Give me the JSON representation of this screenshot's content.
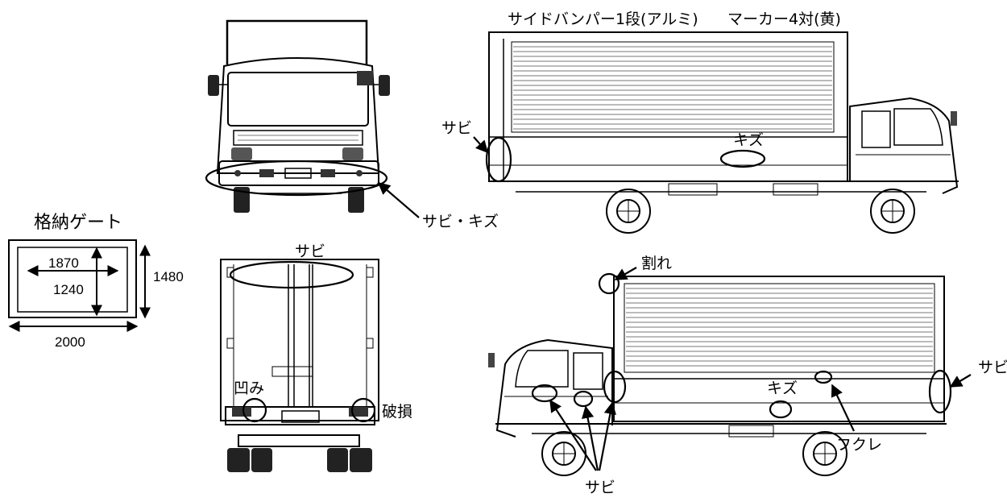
{
  "header": {
    "side_bumper": "サイドバンパー1段(アルミ)",
    "markers": "マーカー4対(黄)"
  },
  "gate": {
    "title": "格納ゲート",
    "dim_inner_width": "1870",
    "dim_height_inner": "1240",
    "dim_outer_height": "1480",
    "dim_outer_width": "2000"
  },
  "labels": {
    "front_rust_scratch": "サビ・キズ",
    "rear_rust": "サビ",
    "rear_dent": "凹み",
    "rear_damage": "破損",
    "left_rust": "サビ",
    "left_scratch": "キズ",
    "right_crack": "割れ",
    "right_rust_rear": "サビ",
    "right_scratch": "キズ",
    "right_blister": "フクレ",
    "right_rust_cab": "サビ"
  }
}
